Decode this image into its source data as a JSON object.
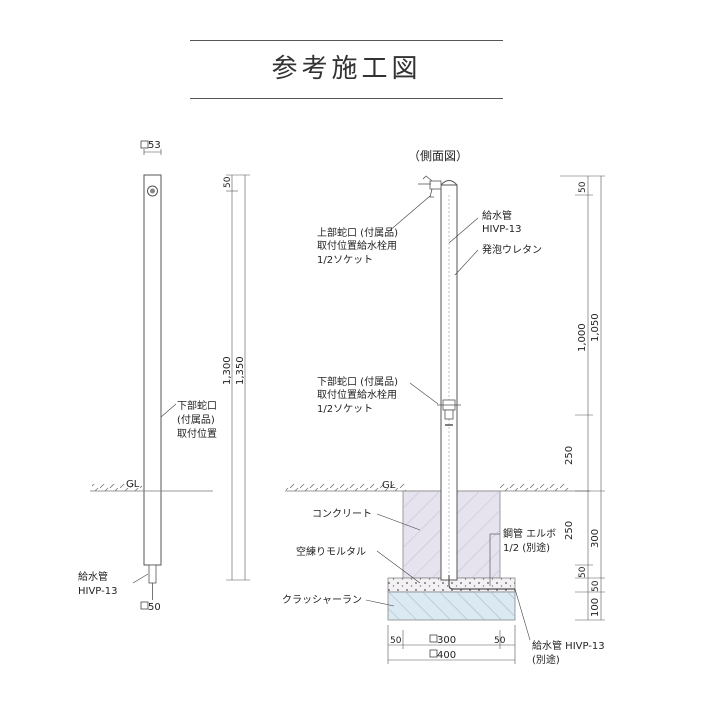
{
  "title": "参考施工図",
  "side_view_title": "（側面図）",
  "front": {
    "top_size": "□53",
    "bottom_size": "□50",
    "dim_50": "50",
    "dim_1300": "1,300",
    "dim_1350": "1,350",
    "lower_faucet": [
      "下部蛇口",
      "(付属品)",
      "取付位置"
    ],
    "supply_pipe": [
      "給水管",
      "HIVP-13"
    ],
    "gl": "GL"
  },
  "side": {
    "supply_pipe": [
      "給水管",
      "HIVP-13"
    ],
    "foam": "発泡ウレタン",
    "upper_faucet": [
      "上部蛇口 (付属品)",
      "取付位置給水栓用",
      "1/2ソケット"
    ],
    "lower_faucet": [
      "下部蛇口 (付属品)",
      "取付位置給水栓用",
      "1/2ソケット"
    ],
    "gl": "GL",
    "concrete": "コンクリート",
    "mortar": "空練りモルタル",
    "crusher_run": "クラッシャーラン",
    "elbow": [
      "鋼管 エルボ",
      "1/2 (別途)"
    ],
    "bottom_pipe": [
      "給水管 HIVP-13",
      "(別途)"
    ],
    "dims": {
      "d50_top": "50",
      "d1000": "1,000",
      "d1050": "1,050",
      "d250_upper": "250",
      "d250_lower": "250",
      "d300": "300",
      "d50_mid": "50",
      "d50_low": "50",
      "d100": "100",
      "b50_left": "50",
      "b300": "□300",
      "b50_right": "50",
      "b400": "□400"
    }
  }
}
